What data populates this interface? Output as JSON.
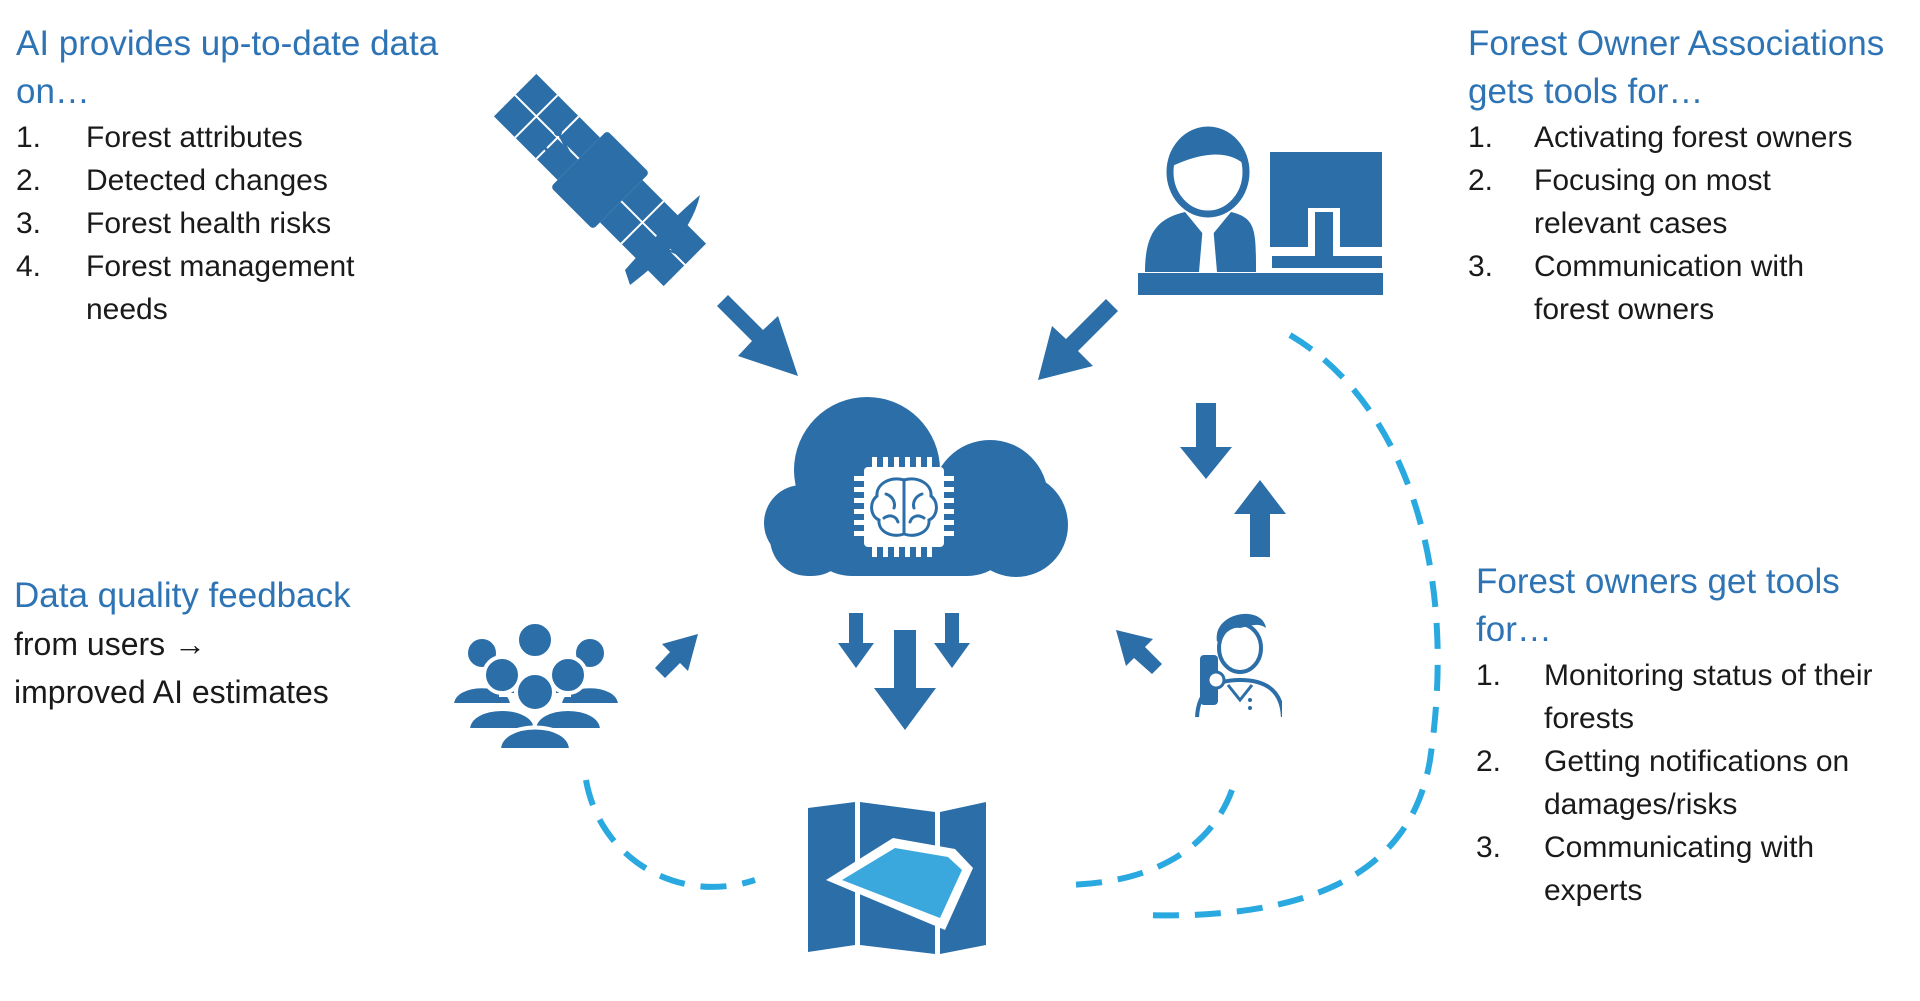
{
  "colors": {
    "icon_blue": "#2b6ea8",
    "dash_blue": "#29a9e0",
    "heading_blue": "#2e74b5",
    "map_fill": "#3aa8dd"
  },
  "icons": [
    "satellite-icon",
    "association-officer-icon",
    "cloud-ai-icon",
    "users-group-icon",
    "forest-owner-phone-icon",
    "map-icon"
  ],
  "top_left": {
    "heading_line1": "AI provides up-to-date data",
    "heading_line2": "on…",
    "items": [
      {
        "num": "1.",
        "lines": [
          "Forest attributes"
        ]
      },
      {
        "num": "2.",
        "lines": [
          "Detected changes"
        ]
      },
      {
        "num": "3.",
        "lines": [
          "Forest health risks"
        ]
      },
      {
        "num": "4.",
        "lines": [
          "Forest management",
          "needs"
        ]
      }
    ]
  },
  "top_right": {
    "heading_line1": "Forest Owner Associations",
    "heading_line2": "gets tools for…",
    "items": [
      {
        "num": "1.",
        "lines": [
          "Activating forest owners"
        ]
      },
      {
        "num": "2.",
        "lines": [
          "Focusing on most",
          "relevant cases"
        ]
      },
      {
        "num": "3.",
        "lines": [
          "Communication with",
          "forest owners"
        ]
      }
    ]
  },
  "bottom_left": {
    "heading": "Data quality feedback",
    "line2": "from users →",
    "line3": "improved AI estimates"
  },
  "bottom_right": {
    "heading_line1": "Forest owners get tools",
    "heading_line2": "for…",
    "items": [
      {
        "num": "1.",
        "lines": [
          "Monitoring status of their",
          "forests"
        ]
      },
      {
        "num": "2.",
        "lines": [
          "Getting notifications on",
          "damages/risks"
        ]
      },
      {
        "num": "3.",
        "lines": [
          "Communicating with",
          "experts"
        ]
      }
    ]
  }
}
